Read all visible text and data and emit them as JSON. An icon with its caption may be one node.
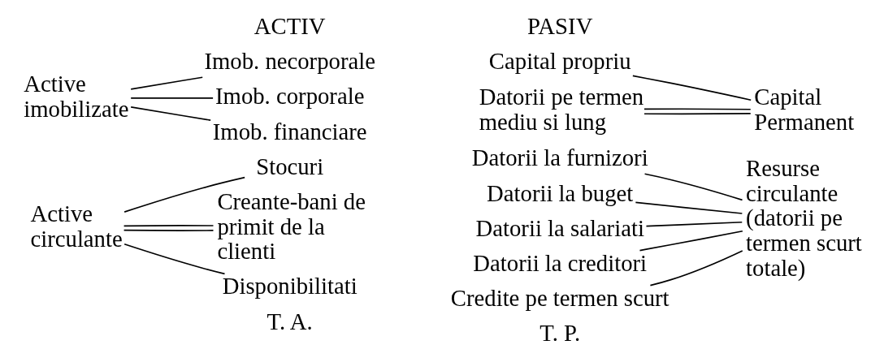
{
  "diagram": {
    "nodes": [
      {
        "text": [
          "Active imobilizate"
        ]
      },
      {
        "text": [
          "Imob. necorporale"
        ]
      },
      {
        "text": [
          "Imob. corporale"
        ]
      },
      {
        "text": [
          "Imob. financiare"
        ]
      },
      {
        "text": [
          "Capital propriu"
        ]
      },
      {
        "text": [
          "Datorii pe termen mediu si lung"
        ]
      },
      {
        "text": [
          "Capital Permanent"
        ]
      },
      {
        "text": [
          "Active circulante"
        ]
      },
      {
        "text": [
          "Stocuri"
        ]
      },
      {
        "text": [
          "Creante-bani de primit de la clienti"
        ]
      },
      {
        "text": [
          "Disponibilitati"
        ]
      },
      {
        "text": [
          "Datorii la furnizori"
        ]
      },
      {
        "text": [
          "Datorii la buget"
        ]
      },
      {
        "text": [
          "Datorii la salariati"
        ]
      },
      {
        "text": [
          "Datorii la creditori"
        ]
      },
      {
        "text": [
          "Credite pe termen scurt"
        ]
      },
      {
        "text": [
          "Resurse circulante (datorii pe termen scurt totale)"
        ]
      }
    ],
    "edges": [
      {
        "from": 0,
        "to": 1,
        "arrow": "none"
      },
      {
        "from": 0,
        "to": 2,
        "arrow": "none"
      },
      {
        "from": 0,
        "to": 3,
        "arrow": "none"
      },
      {
        "from": 4,
        "to": 6,
        "arrow": "none"
      },
      {
        "from": 5,
        "to": 6,
        "arrow": "none"
      },
      {
        "from": 5,
        "to": 6,
        "arrow": "none"
      },
      {
        "from": 7,
        "to": 8,
        "arrow": "none"
      },
      {
        "from": 7,
        "to": 9,
        "arrow": "none"
      },
      {
        "from": 7,
        "to": 9,
        "arrow": "none"
      },
      {
        "from": 7,
        "to": 10,
        "arrow": "none"
      },
      {
        "from": 11,
        "to": 16,
        "arrow": "none"
      },
      {
        "from": 12,
        "to": 16,
        "arrow": "none"
      },
      {
        "from": 13,
        "to": 16,
        "arrow": "none"
      },
      {
        "from": 14,
        "to": 16,
        "arrow": "none"
      },
      {
        "from": 15,
        "to": 16,
        "arrow": "none"
      }
    ],
    "labels": [
      "ACTIV",
      "PASIV",
      "T. A.",
      "T. P."
    ]
  }
}
